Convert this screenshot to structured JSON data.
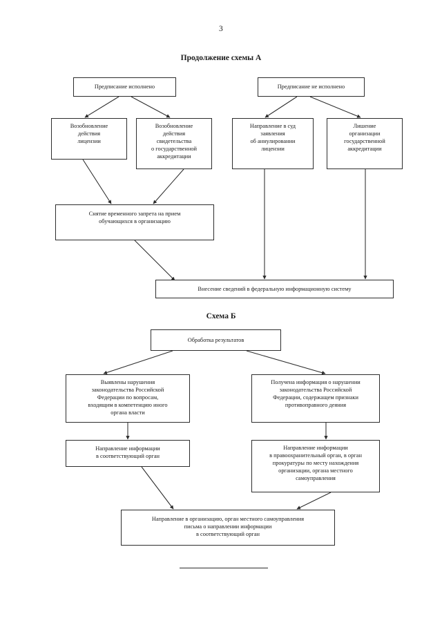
{
  "document": {
    "page_number": "3"
  },
  "scheme_a": {
    "title": "Продолжение схемы А",
    "nodes": {
      "prescription_fulfilled": "Предписание исполнено",
      "prescription_not_fulfilled": "Предписание не исполнено",
      "resume_license": "Возобновление\nдействия\nлицензии",
      "resume_accreditation": "Возобновление\nдействия\nсвидетельства\nо государственной\nаккредитации",
      "court_application": "Направление в суд\nзаявления\nоб аннулировании\nлицензии",
      "deprive_accreditation": "Лишение\nорганизации\nгосударственной\nаккредитации",
      "lift_ban": "Снятие временного запрета на прием\nобучающихся в организацию",
      "federal_system": "Внесение сведений в федеральную информационную систему"
    }
  },
  "scheme_b": {
    "title": "Схема Б",
    "nodes": {
      "processing_results": "Обработка результатов",
      "violations_detected": "Выявлены нарушения\nзаконодательства Российской\nФедерации по вопросам,\nвходящим в компетенцию иного\nоргана власти",
      "information_received": "Получена информация о нарушении\nзаконодательства Российской\nФедерации, содержащем признаки\nпротивоправного деяния",
      "send_to_authority": "Направление информации\nв соответствующий орган",
      "send_to_law_enforcement": "Направление информации\nв правоохранительный орган, в орган\nпрокуратуры по месту нахождения\nорганизации, органа местного\nсамоуправления",
      "send_letter": "Направление в организацию, орган местного самоуправления\nписьма о направлении  информации\nв соответствующий орган"
    }
  },
  "style": {
    "line_color": "#2b2b2b",
    "text_color": "#1a1a1a",
    "background": "#ffffff"
  }
}
